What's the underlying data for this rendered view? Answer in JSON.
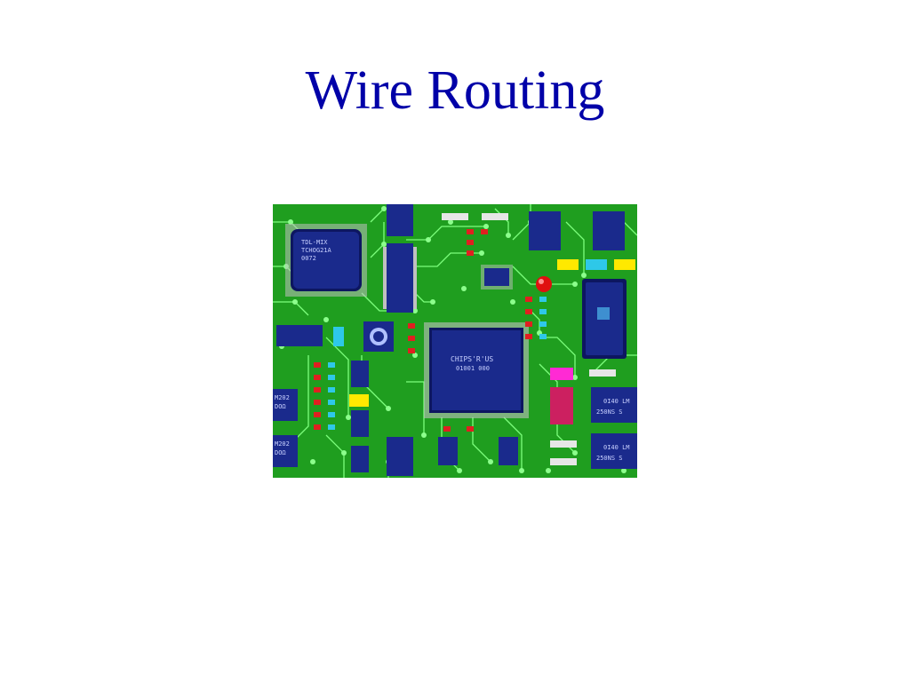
{
  "slide": {
    "title": "Wire Routing"
  },
  "figure": {
    "chip_labels": {
      "qfp_small_line1": "TDL-MIX",
      "qfp_small_line2": "TCHOG21A",
      "qfp_small_line3": "0072",
      "qfp_large_line1": "CHIPS'R'US",
      "qfp_large_line2": "01001 000",
      "dip_right_top_a": "0I40 LM",
      "dip_right_top_b": "250NS S",
      "dip_right_bottom_a": "0I40 LM",
      "dip_right_bottom_b": "250NS S",
      "dip_left_top_a": "M202",
      "dip_left_top_b": "DOΩ",
      "dip_left_bottom_a": "M202",
      "dip_left_bottom_b": "DOΩ"
    },
    "colors": {
      "board": "#1f9e1f",
      "trace": "#7dff7d",
      "chip": "#1a2a8c",
      "chip_dark": "#0d1660",
      "pin": "#c0c0c0",
      "pad": "#8cff8c"
    }
  }
}
